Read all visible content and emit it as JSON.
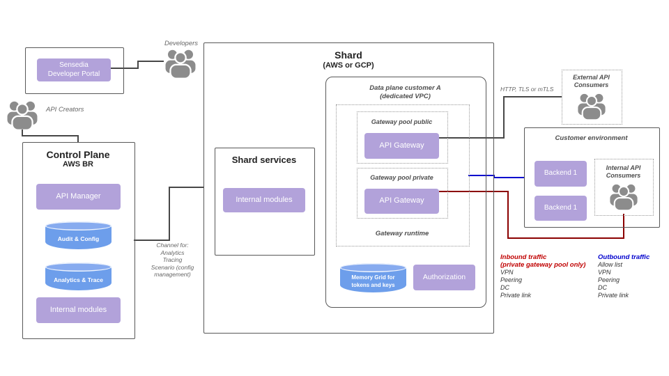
{
  "sensedia_portal": {
    "line1": "Sensedia",
    "line2": "Developer Portal"
  },
  "labels": {
    "developers": "Developers",
    "api_creators": "API Creators",
    "http": "HTTP, TLS or mTLS"
  },
  "control_plane": {
    "title": "Control Plane",
    "subtitle": "AWS BR",
    "api_manager": "API Manager",
    "audit_config": "Audit & Config",
    "analytics_trace": "Analytics & Trace",
    "internal_modules": "Internal modules"
  },
  "channel_note": {
    "lines": [
      "Channel  for:",
      "Analytics",
      "Tracing",
      "Scenario (config",
      "management)"
    ]
  },
  "shard_services": {
    "title": "Shard services",
    "internal_modules": "Internal modules"
  },
  "shard": {
    "title": "Shard",
    "subtitle": "(AWS or GCP)",
    "data_plane_line1": "Data plane customer A",
    "data_plane_line2": "(dedicated VPC)",
    "gateway_runtime": "Gateway runtime",
    "pool_public_label": "Gateway pool public",
    "pool_public_gateway": "API Gateway",
    "pool_private_label": "Gateway pool private",
    "pool_private_gateway": "API Gateway",
    "memory_grid_line1": "Memory Grid for",
    "memory_grid_line2": "tokens and keys",
    "authorization": "Authorization"
  },
  "external_consumers": {
    "line1": "External API",
    "line2": "Consumers"
  },
  "customer_environment": {
    "title": "Customer environment",
    "backend_a": "Backend 1",
    "backend_b": "Backend 1",
    "internal_consumers_line1": "Internal API",
    "internal_consumers_line2": "Consumers"
  },
  "inbound": {
    "title": "Inbound traffic",
    "subtitle": "(private gateway pool only)",
    "items": [
      "VPN",
      "Peering",
      "DC",
      "Private link"
    ]
  },
  "outbound": {
    "title": "Outbound traffic",
    "items": [
      "Allow list",
      "VPN",
      "Peering",
      "DC",
      "Private link"
    ]
  },
  "colors": {
    "purple_box": "#b2a2da",
    "cylinder_blue": "#6d9eeb",
    "people_gray": "#8c8c8c",
    "inbound_red": "#c00000",
    "outbound_blue": "#0000cd",
    "connector_red": "#8b0000",
    "connector_blue": "#0000cd",
    "border_gray": "#575757"
  }
}
